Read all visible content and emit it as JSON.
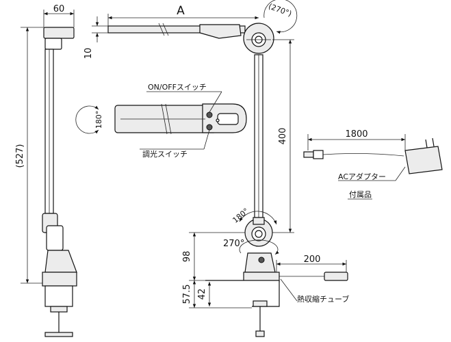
{
  "dimensions": {
    "base_width": "60",
    "arm_length": "A",
    "head_thickness": "10",
    "total_height": "(527)",
    "arm_height": "400",
    "cable_length": "1800",
    "tube_length": "200",
    "clamp_height": "98",
    "clamp_opening": "57.5",
    "clamp_inner": "42"
  },
  "angles": {
    "head_rotation": "(270°)",
    "head_swivel": "180°",
    "base_tilt": "180°",
    "base_rotation": "270°"
  },
  "labels": {
    "on_off_switch": "ON/OFFスイッチ",
    "dimmer_switch": "調光スイッチ",
    "ac_adapter": "ACアダプター",
    "accessory": "付属品",
    "heat_shrink_tube": "熱収縮チューブ"
  }
}
